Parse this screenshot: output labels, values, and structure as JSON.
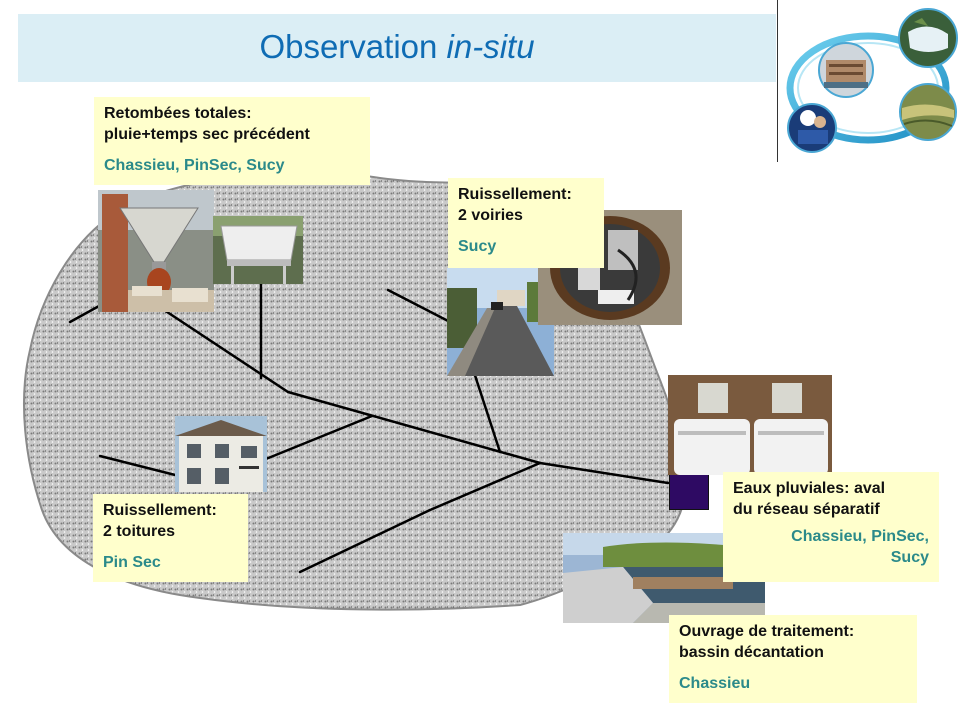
{
  "title": {
    "main": "Observation ",
    "italic": "in-situ"
  },
  "labels": {
    "retombees": {
      "line1": "Retombées totales:",
      "line2": "pluie+temps sec précédent",
      "sites": "Chassieu, PinSec, Sucy"
    },
    "voiries": {
      "line1": "Ruissellement:",
      "line2": "2 voiries",
      "sites": "Sucy"
    },
    "toitures": {
      "line1": "Ruissellement:",
      "line2": "2 toitures",
      "sites": "Pin Sec"
    },
    "pluviales": {
      "line1": "Eaux pluviales: aval",
      "line2": "du réseau séparatif",
      "sites_line1": "Chassieu, PinSec,",
      "sites_line2": "Sucy"
    },
    "ouvrage": {
      "line1": "Ouvrage de traitement:",
      "line2": "bassin décantation",
      "sites": "Chassieu"
    }
  },
  "colors": {
    "title": "#0f6cb4",
    "title_band": "#dbeef5",
    "label_bg": "#ffffcc",
    "sites_text": "#2b8a8a",
    "catchment_fill": "#b9b9b9",
    "outlet": "#2e0a63"
  }
}
